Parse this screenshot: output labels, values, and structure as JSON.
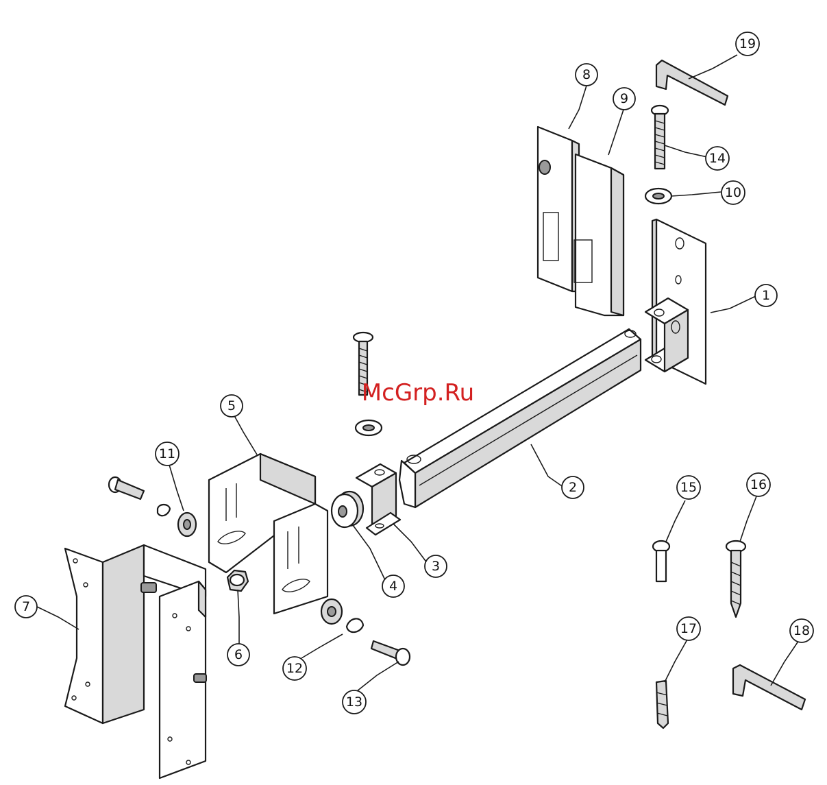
{
  "watermark": "McGrp.Ru",
  "callouts": [
    {
      "id": "callout-1",
      "label": "1"
    },
    {
      "id": "callout-2",
      "label": "2"
    },
    {
      "id": "callout-3",
      "label": "3"
    },
    {
      "id": "callout-4",
      "label": "4"
    },
    {
      "id": "callout-5",
      "label": "5"
    },
    {
      "id": "callout-6",
      "label": "6"
    },
    {
      "id": "callout-7",
      "label": "7"
    },
    {
      "id": "callout-8",
      "label": "8"
    },
    {
      "id": "callout-9",
      "label": "9"
    },
    {
      "id": "callout-10",
      "label": "10"
    },
    {
      "id": "callout-11",
      "label": "11"
    },
    {
      "id": "callout-12",
      "label": "12"
    },
    {
      "id": "callout-13",
      "label": "13"
    },
    {
      "id": "callout-14",
      "label": "14"
    },
    {
      "id": "callout-15",
      "label": "15"
    },
    {
      "id": "callout-16",
      "label": "16"
    },
    {
      "id": "callout-17",
      "label": "17"
    },
    {
      "id": "callout-18",
      "label": "18"
    },
    {
      "id": "callout-19",
      "label": "19"
    }
  ]
}
